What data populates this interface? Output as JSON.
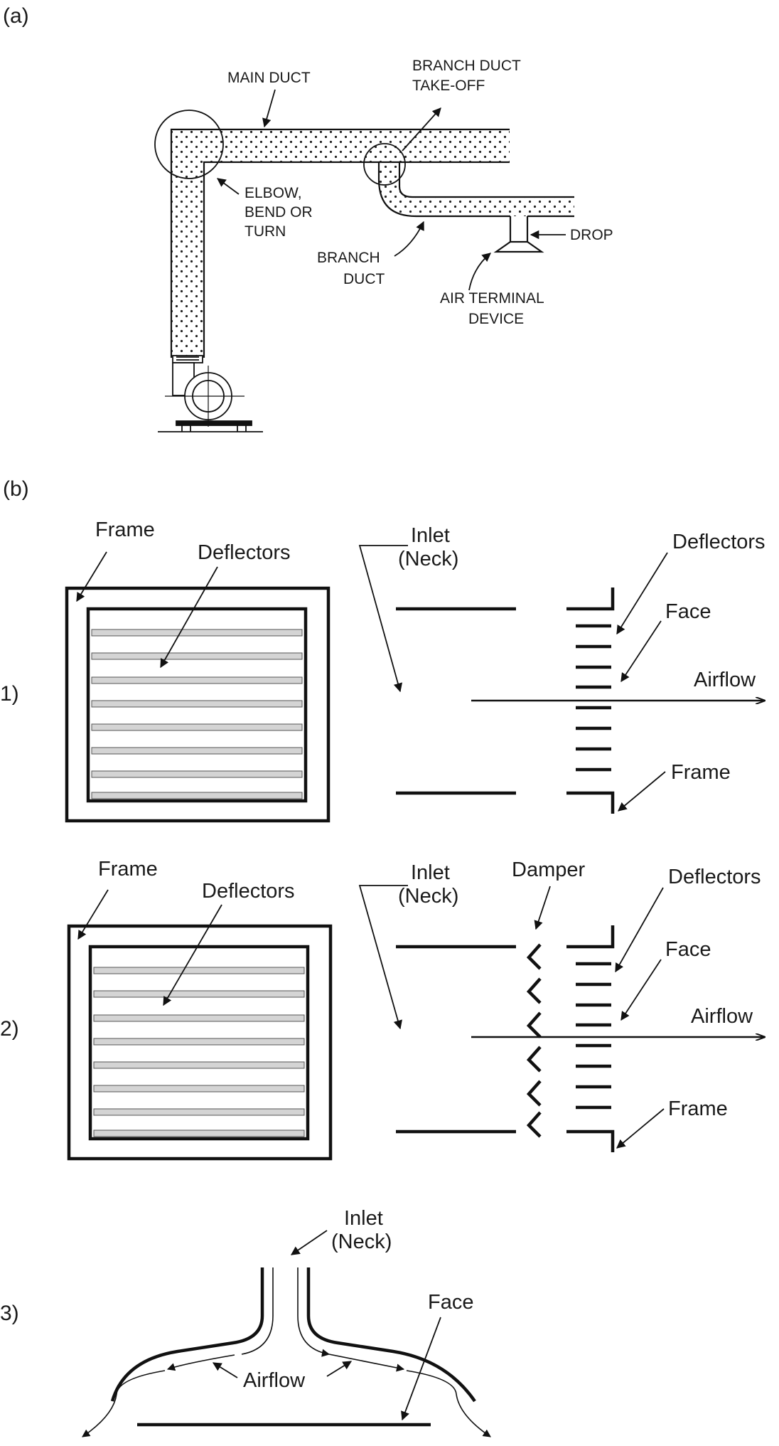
{
  "panel_a": {
    "tag": "(a)",
    "main_duct": "MAIN DUCT",
    "branch_takeoff_1": "BRANCH DUCT",
    "branch_takeoff_2": "TAKE-OFF",
    "elbow_1": "ELBOW,",
    "elbow_2": "BEND OR",
    "elbow_3": "TURN",
    "branch_duct_1": "BRANCH",
    "branch_duct_2": "DUCT",
    "drop": "DROP",
    "air_terminal_1": "AIR TERMINAL",
    "air_terminal_2": "DEVICE"
  },
  "panel_b": {
    "tag": "(b)",
    "row1": {
      "num": "1)",
      "frame": "Frame",
      "deflectors": "Deflectors",
      "inlet_1": "Inlet",
      "inlet_2": "(Neck)",
      "deflectors_side": "Deflectors",
      "face": "Face",
      "airflow": "Airflow",
      "frame_side": "Frame"
    },
    "row2": {
      "num": "2)",
      "frame": "Frame",
      "deflectors": "Deflectors",
      "inlet_1": "Inlet",
      "inlet_2": "(Neck)",
      "damper": "Damper",
      "deflectors_side": "Deflectors",
      "face": "Face",
      "airflow": "Airflow",
      "frame_side": "Frame"
    },
    "row3": {
      "num": "3)",
      "inlet_1": "Inlet",
      "inlet_2": "(Neck)",
      "face": "Face",
      "airflow": "Airflow"
    }
  }
}
